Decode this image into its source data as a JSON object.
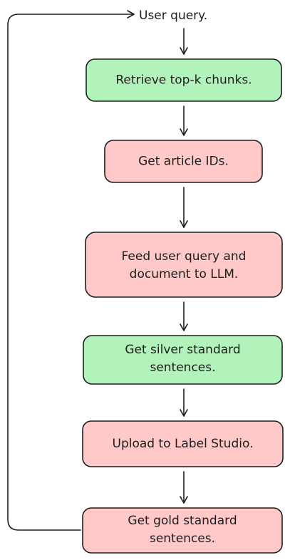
{
  "start_label": "User query.",
  "steps": [
    {
      "lines": [
        "Retrieve top-k chunks."
      ],
      "color": "#b2f2bb"
    },
    {
      "lines": [
        "Get article IDs."
      ],
      "color": "#ffc9c9"
    },
    {
      "lines": [
        "Feed user query and",
        "document to LLM."
      ],
      "color": "#ffc9c9"
    },
    {
      "lines": [
        "Get silver standard",
        "sentences."
      ],
      "color": "#b2f2bb"
    },
    {
      "lines": [
        "Upload to Label Studio."
      ],
      "color": "#ffc9c9"
    },
    {
      "lines": [
        "Get gold standard",
        "sentences."
      ],
      "color": "#ffc9c9"
    }
  ]
}
